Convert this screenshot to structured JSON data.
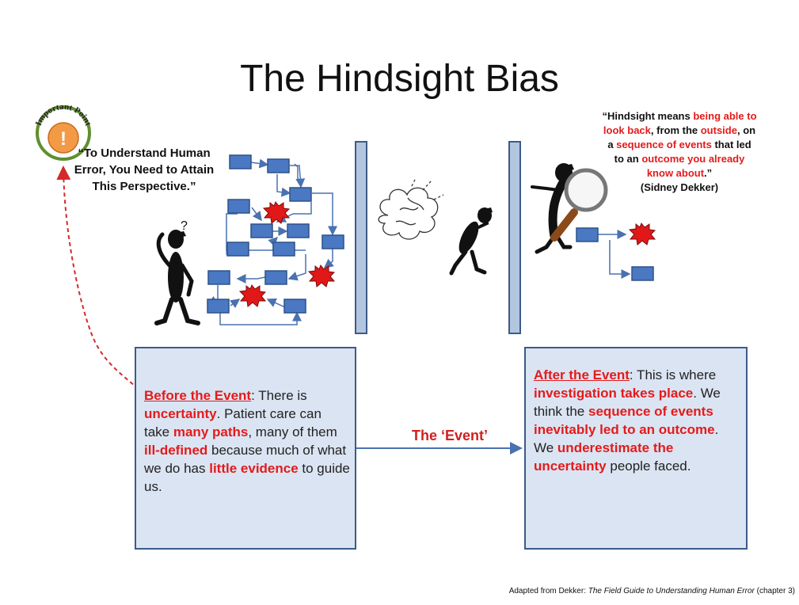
{
  "title": "The Hindsight Bias",
  "badge": {
    "text": "Important Point",
    "symbol": "!"
  },
  "left_quote": "“To Understand Human Error, You Need to Attain This Perspective.”",
  "question_mark": "?",
  "right_quote": {
    "p1": "“Hindsight means ",
    "r1": "being able to look back",
    "p2": ", from the ",
    "r2": "outside",
    "p3": ", on a ",
    "r3": "sequence of events",
    "p4": " that led to an ",
    "r4": "outcome you already know about",
    "p5": ".”",
    "author": "(Sidney Dekker)"
  },
  "before_box": {
    "heading": "Before the Event",
    "t1": ":  There is ",
    "r1": "uncertainty",
    "t2": ".  Patient care can take ",
    "r2": "many paths",
    "t3": ",  many of them ",
    "r3": "ill-defined",
    "t4": " because much of what we do has ",
    "r4": "little evidence",
    "t5": " to guide us."
  },
  "event_label": "The ‘Event’",
  "after_box": {
    "heading": "After the Event",
    "t1": ":  This is where ",
    "r1": "investigation takes place",
    "t2": ". We think the ",
    "r2": "sequence of events inevitably led to an outcome",
    "t3": ".  We ",
    "r3": "underestimate the uncertainty",
    "t4": " people faced."
  },
  "attribution": {
    "prefix": "Adapted from Dekker: ",
    "book": "The Field Guide to Understanding Human Error",
    "suffix": " (chapter 3)"
  },
  "colors": {
    "accent_red": "#e31b1b",
    "box_fill": "#dbe4f2",
    "box_border": "#3c5b88",
    "node_fill": "#4a78c2",
    "badge_orange": "#f29a45",
    "badge_green": "#5f8f2e"
  }
}
